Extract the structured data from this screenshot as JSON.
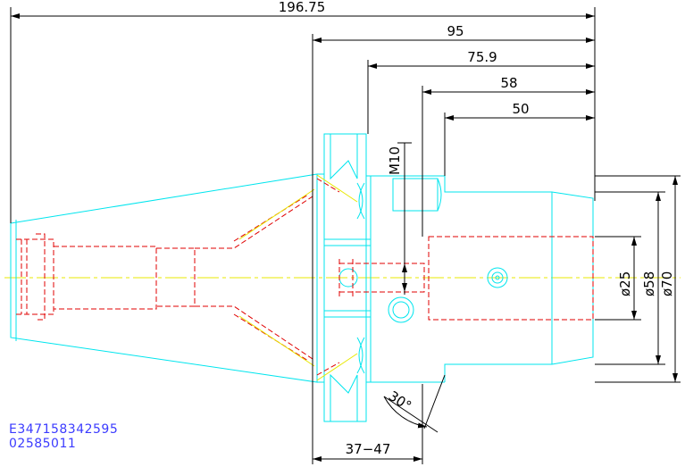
{
  "dimensions": {
    "overall_length": "196.75",
    "length_95": "95",
    "length_75_9": "75.9",
    "length_58": "58",
    "length_50": "50",
    "thread": "M10",
    "dia_25": "ø25",
    "dia_58": "ø58",
    "dia_70": "ø70",
    "angle": "30°",
    "range": "37−47"
  },
  "codes": {
    "line1": "E347158342595",
    "line2": "02585011"
  },
  "colors": {
    "outline": "#00e5ee",
    "hidden": "#e00000",
    "centerline": "#e8e800",
    "dimension": "#000000",
    "code_text": "#3b3bff"
  }
}
